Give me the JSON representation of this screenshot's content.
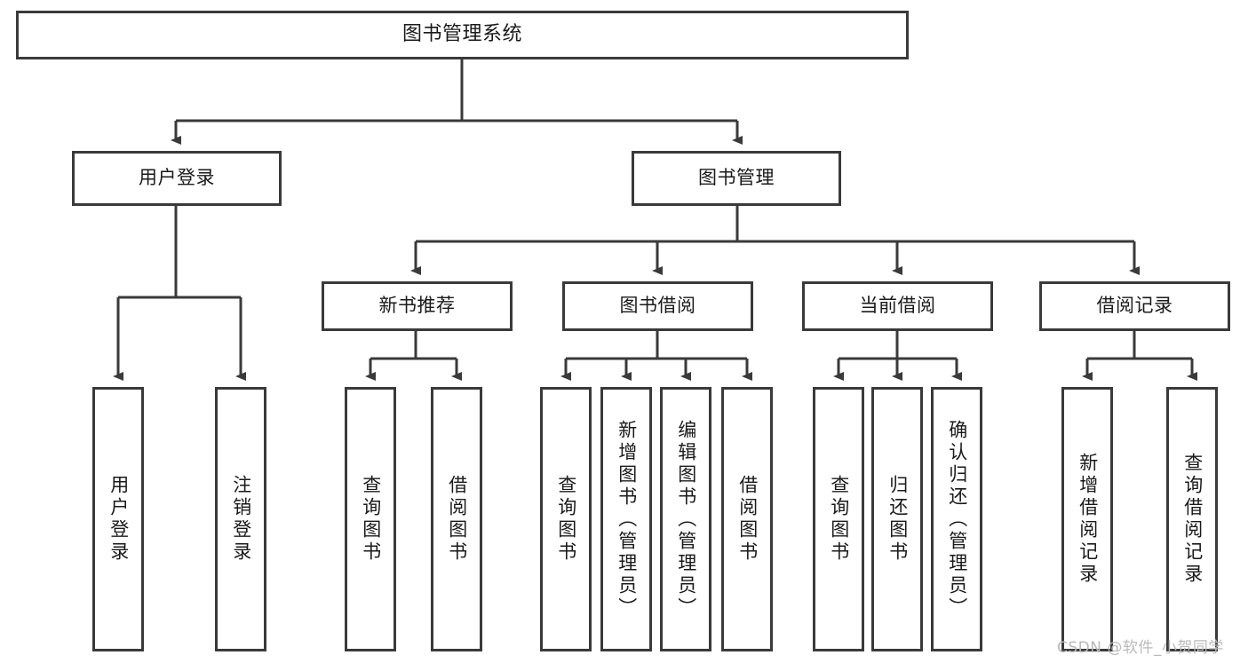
{
  "diagram": {
    "title_node": {
      "label": "图书管理系统"
    },
    "level2": [
      {
        "label": "用户登录"
      },
      {
        "label": "图书管理"
      }
    ],
    "level3": [
      {
        "label": "新书推荐"
      },
      {
        "label": "图书借阅"
      },
      {
        "label": "当前借阅"
      },
      {
        "label": "借阅记录"
      }
    ],
    "leaves": {
      "user_login": [
        {
          "label": "用户登录"
        },
        {
          "label": "注销登录"
        }
      ],
      "new_book_recommend": [
        {
          "label": "查询图书"
        },
        {
          "label": "借阅图书"
        }
      ],
      "book_borrow": [
        {
          "label": "查询图书"
        },
        {
          "label": "新增图书（管理员）"
        },
        {
          "label": "编辑图书（管理员）"
        },
        {
          "label": "借阅图书"
        }
      ],
      "current_borrow": [
        {
          "label": "查询图书"
        },
        {
          "label": "归还图书"
        },
        {
          "label": "确认归还（管理员）"
        }
      ],
      "borrow_record": [
        {
          "label": "新增借阅记录"
        },
        {
          "label": "查询借阅记录"
        }
      ]
    }
  },
  "watermark": {
    "text": "CSDN @软件_小贺同学"
  },
  "colors": {
    "border": "#3a3a3a",
    "text": "#1a1a1a",
    "background": "#ffffff",
    "watermark": "#b9b9b9"
  }
}
